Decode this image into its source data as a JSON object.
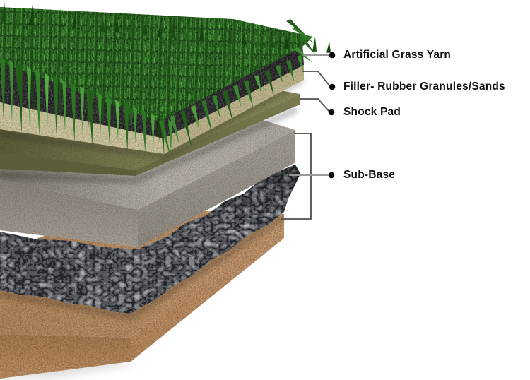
{
  "diagram": {
    "title": "Artificial grass system layer cross-section",
    "background": "#ffffff",
    "text_color": "#121212",
    "connector_color": "#4f4f4f",
    "leader_color": "#9a9a9a",
    "dot_color": "#0a0a0a",
    "callouts": [
      {
        "label": "Artificial Grass Yarn"
      },
      {
        "label": "Filler- Rubber Granules/Sands"
      },
      {
        "label": "Shock Pad"
      },
      {
        "label": "Sub-Base"
      }
    ],
    "layers_top_to_bottom": [
      {
        "id": "artificial-grass-yarn",
        "color": "#38802c"
      },
      {
        "id": "rubber-granule-filler",
        "color": "#1d1d1f"
      },
      {
        "id": "carpet-backing",
        "color": "#d2caa5"
      },
      {
        "id": "shock-pad",
        "color": "#7c7d50"
      },
      {
        "id": "sub-base-slab",
        "color": "#aba49a"
      },
      {
        "id": "sub-base-aggregate",
        "color": "#84878b"
      },
      {
        "id": "compacted-sand-ground",
        "color": "#c2976b"
      }
    ]
  }
}
